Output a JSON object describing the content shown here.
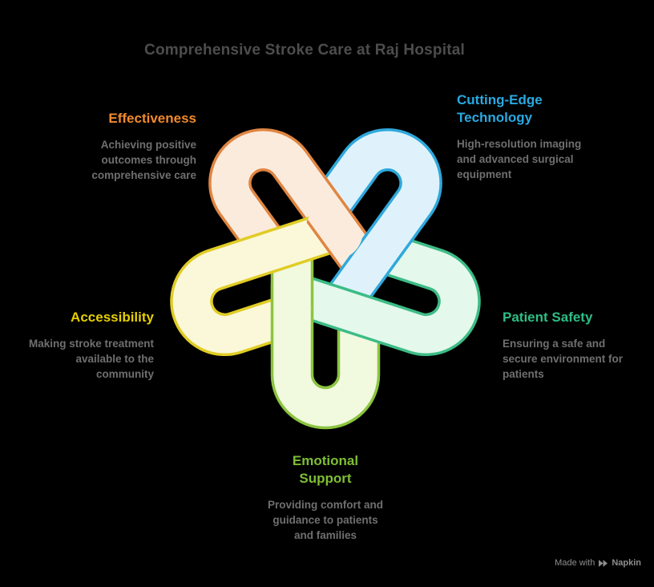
{
  "title": "Comprehensive Stroke Care at Raj Hospital",
  "background_color": "#000000",
  "title_color": "#4D4D4D",
  "body_text_color": "#6F6F6F",
  "sections": [
    {
      "id": "effectiveness",
      "heading": "Effectiveness",
      "description": "Achieving positive\noutcomes through\ncomprehensive care",
      "heading_color": "#F18A2B",
      "loop_stroke": "#DF8542",
      "loop_fill": "#FBEBDC",
      "position": "top-left"
    },
    {
      "id": "cutting-edge-technology",
      "heading": "Cutting-Edge\nTechnology",
      "description": "High-resolution imaging\nand advanced surgical\nequipment",
      "heading_color": "#29A9E1",
      "loop_stroke": "#2FA8DC",
      "loop_fill": "#DFF2FB",
      "position": "top-right"
    },
    {
      "id": "patient-safety",
      "heading": "Patient Safety",
      "description": "Ensuring a safe and\nsecure environment for\npatients",
      "heading_color": "#2EBD86",
      "loop_stroke": "#3DBC86",
      "loop_fill": "#E4F8EC",
      "position": "right"
    },
    {
      "id": "emotional-support",
      "heading": "Emotional\nSupport",
      "description": "Providing comfort and\nguidance to patients\nand families",
      "heading_color": "#7EBE33",
      "loop_stroke": "#8BC440",
      "loop_fill": "#F1F9DE",
      "position": "bottom"
    },
    {
      "id": "accessibility",
      "heading": "Accessibility",
      "description": "Making stroke treatment\navailable to the\ncommunity",
      "heading_color": "#E5CF00",
      "loop_stroke": "#E0CC25",
      "loop_fill": "#FBF8D9",
      "position": "left"
    }
  ],
  "watermark": {
    "made_with": "Made with",
    "brand": "Napkin",
    "color": "#8E8E8E"
  }
}
